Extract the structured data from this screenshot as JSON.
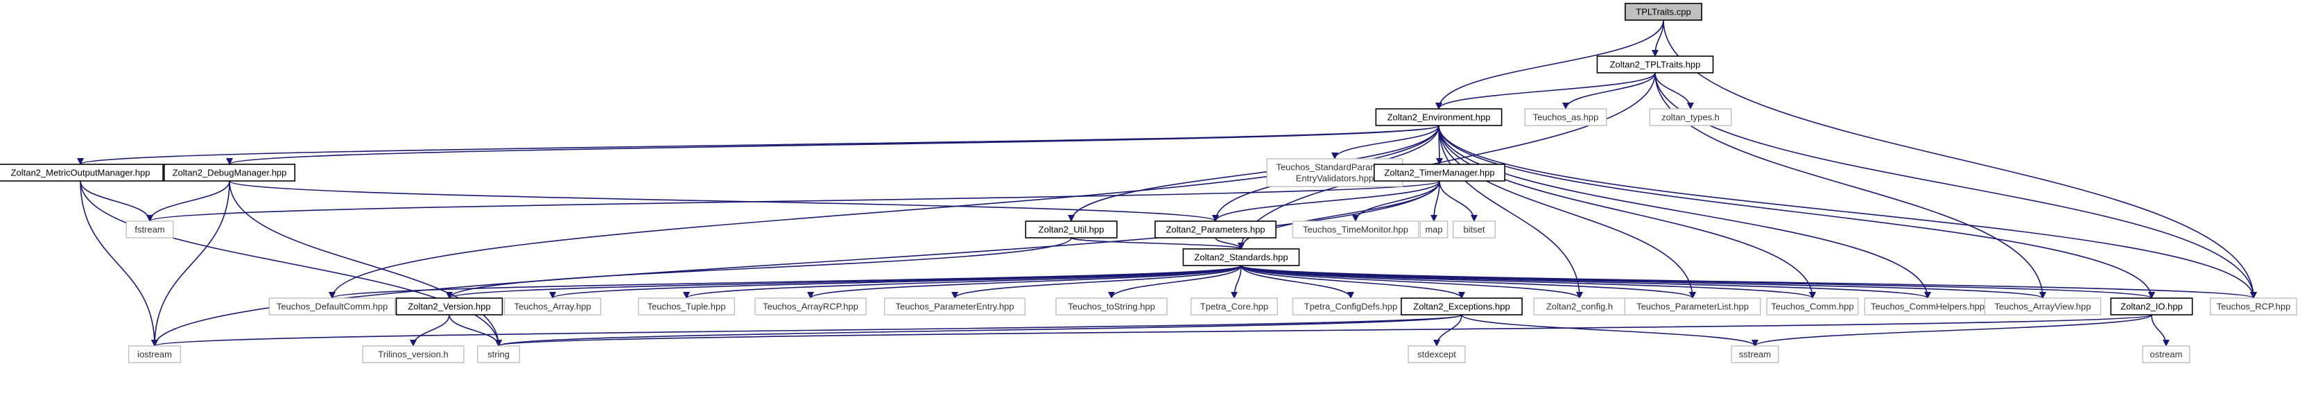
{
  "diagram": {
    "nodes": [
      {
        "id": "tpltraits_cpp",
        "label": "TPLTraits.cpp",
        "kind": "main"
      },
      {
        "id": "z2_tpltraits",
        "label": "Zoltan2_TPLTraits.hpp",
        "kind": "header"
      },
      {
        "id": "z2_env",
        "label": "Zoltan2_Environment.hpp",
        "kind": "header"
      },
      {
        "id": "teuchos_as",
        "label": "Teuchos_as.hpp",
        "kind": "ext"
      },
      {
        "id": "zoltan_types",
        "label": "zoltan_types.h",
        "kind": "ext"
      },
      {
        "id": "z2_metric",
        "label": "Zoltan2_MetricOutputManager.hpp",
        "kind": "header"
      },
      {
        "id": "z2_debug",
        "label": "Zoltan2_DebugManager.hpp",
        "kind": "header"
      },
      {
        "id": "teuchos_spev",
        "label": [
          "Teuchos_StandardParameter",
          "EntryValidators.hpp"
        ],
        "kind": "ext"
      },
      {
        "id": "z2_timer",
        "label": "Zoltan2_TimerManager.hpp",
        "kind": "header"
      },
      {
        "id": "fstream",
        "label": "fstream",
        "kind": "ext"
      },
      {
        "id": "z2_util",
        "label": "Zoltan2_Util.hpp",
        "kind": "header"
      },
      {
        "id": "z2_params",
        "label": "Zoltan2_Parameters.hpp",
        "kind": "header"
      },
      {
        "id": "teuchos_timemon",
        "label": "Teuchos_TimeMonitor.hpp",
        "kind": "ext"
      },
      {
        "id": "map",
        "label": "map",
        "kind": "ext"
      },
      {
        "id": "bitset",
        "label": "bitset",
        "kind": "ext"
      },
      {
        "id": "z2_standards",
        "label": "Zoltan2_Standards.hpp",
        "kind": "header"
      },
      {
        "id": "teuchos_defcomm",
        "label": "Teuchos_DefaultComm.hpp",
        "kind": "ext"
      },
      {
        "id": "z2_version",
        "label": "Zoltan2_Version.hpp",
        "kind": "header"
      },
      {
        "id": "teuchos_array",
        "label": "Teuchos_Array.hpp",
        "kind": "ext"
      },
      {
        "id": "teuchos_tuple",
        "label": "Teuchos_Tuple.hpp",
        "kind": "ext"
      },
      {
        "id": "teuchos_arrayrcp",
        "label": "Teuchos_ArrayRCP.hpp",
        "kind": "ext"
      },
      {
        "id": "teuchos_paramentry",
        "label": "Teuchos_ParameterEntry.hpp",
        "kind": "ext"
      },
      {
        "id": "teuchos_tostring",
        "label": "Teuchos_toString.hpp",
        "kind": "ext"
      },
      {
        "id": "tpetra_core",
        "label": "Tpetra_Core.hpp",
        "kind": "ext"
      },
      {
        "id": "tpetra_configdefs",
        "label": "Tpetra_ConfigDefs.hpp",
        "kind": "ext"
      },
      {
        "id": "z2_exceptions",
        "label": "Zoltan2_Exceptions.hpp",
        "kind": "header"
      },
      {
        "id": "z2_config",
        "label": "Zoltan2_config.h",
        "kind": "ext"
      },
      {
        "id": "teuchos_paramlist",
        "label": "Teuchos_ParameterList.hpp",
        "kind": "ext"
      },
      {
        "id": "teuchos_comm",
        "label": "Teuchos_Comm.hpp",
        "kind": "ext"
      },
      {
        "id": "teuchos_commhelpers",
        "label": "Teuchos_CommHelpers.hpp",
        "kind": "ext"
      },
      {
        "id": "teuchos_arrayview",
        "label": "Teuchos_ArrayView.hpp",
        "kind": "ext"
      },
      {
        "id": "z2_io",
        "label": "Zoltan2_IO.hpp",
        "kind": "header"
      },
      {
        "id": "teuchos_rcp",
        "label": "Teuchos_RCP.hpp",
        "kind": "ext"
      },
      {
        "id": "iostream",
        "label": "iostream",
        "kind": "ext"
      },
      {
        "id": "trilinos_version",
        "label": "Trilinos_version.h",
        "kind": "ext"
      },
      {
        "id": "string",
        "label": "string",
        "kind": "ext"
      },
      {
        "id": "stdexcept",
        "label": "stdexcept",
        "kind": "ext"
      },
      {
        "id": "sstream",
        "label": "sstream",
        "kind": "ext"
      },
      {
        "id": "ostream",
        "label": "ostream",
        "kind": "ext"
      }
    ],
    "edges": [
      [
        "tpltraits_cpp",
        "z2_tpltraits"
      ],
      [
        "tpltraits_cpp",
        "z2_env"
      ],
      [
        "tpltraits_cpp",
        "teuchos_rcp"
      ],
      [
        "z2_tpltraits",
        "z2_env"
      ],
      [
        "z2_tpltraits",
        "teuchos_as"
      ],
      [
        "z2_tpltraits",
        "zoltan_types"
      ],
      [
        "z2_tpltraits",
        "z2_standards"
      ],
      [
        "z2_tpltraits",
        "teuchos_arrayview"
      ],
      [
        "z2_tpltraits",
        "teuchos_rcp"
      ],
      [
        "z2_env",
        "z2_metric"
      ],
      [
        "z2_env",
        "z2_debug"
      ],
      [
        "z2_env",
        "teuchos_spev"
      ],
      [
        "z2_env",
        "z2_timer"
      ],
      [
        "z2_env",
        "z2_util"
      ],
      [
        "z2_env",
        "z2_params"
      ],
      [
        "z2_env",
        "teuchos_defcomm"
      ],
      [
        "z2_env",
        "z2_config"
      ],
      [
        "z2_env",
        "teuchos_paramlist"
      ],
      [
        "z2_env",
        "teuchos_comm"
      ],
      [
        "z2_env",
        "teuchos_commhelpers"
      ],
      [
        "z2_env",
        "z2_io"
      ],
      [
        "z2_env",
        "teuchos_rcp"
      ],
      [
        "z2_metric",
        "fstream"
      ],
      [
        "z2_metric",
        "iostream"
      ],
      [
        "z2_metric",
        "string"
      ],
      [
        "z2_debug",
        "fstream"
      ],
      [
        "z2_debug",
        "iostream"
      ],
      [
        "z2_debug",
        "string"
      ],
      [
        "z2_debug",
        "z2_params"
      ],
      [
        "z2_timer",
        "fstream"
      ],
      [
        "z2_timer",
        "z2_params"
      ],
      [
        "z2_timer",
        "teuchos_timemon"
      ],
      [
        "z2_timer",
        "map"
      ],
      [
        "z2_timer",
        "bitset"
      ],
      [
        "z2_timer",
        "z2_standards"
      ],
      [
        "z2_timer",
        "iostream"
      ],
      [
        "z2_util",
        "z2_standards"
      ],
      [
        "z2_util",
        "z2_version"
      ],
      [
        "z2_params",
        "z2_standards"
      ],
      [
        "z2_standards",
        "teuchos_defcomm"
      ],
      [
        "z2_standards",
        "z2_version"
      ],
      [
        "z2_standards",
        "teuchos_array"
      ],
      [
        "z2_standards",
        "teuchos_tuple"
      ],
      [
        "z2_standards",
        "teuchos_arrayrcp"
      ],
      [
        "z2_standards",
        "teuchos_paramentry"
      ],
      [
        "z2_standards",
        "teuchos_tostring"
      ],
      [
        "z2_standards",
        "tpetra_core"
      ],
      [
        "z2_standards",
        "tpetra_configdefs"
      ],
      [
        "z2_standards",
        "z2_exceptions"
      ],
      [
        "z2_standards",
        "z2_config"
      ],
      [
        "z2_standards",
        "teuchos_paramlist"
      ],
      [
        "z2_standards",
        "teuchos_comm"
      ],
      [
        "z2_standards",
        "teuchos_commhelpers"
      ],
      [
        "z2_standards",
        "teuchos_arrayview"
      ],
      [
        "z2_standards",
        "z2_io"
      ],
      [
        "z2_standards",
        "teuchos_rcp"
      ],
      [
        "z2_version",
        "trilinos_version"
      ],
      [
        "z2_version",
        "string"
      ],
      [
        "z2_exceptions",
        "iostream"
      ],
      [
        "z2_exceptions",
        "string"
      ],
      [
        "z2_exceptions",
        "stdexcept"
      ],
      [
        "z2_exceptions",
        "sstream"
      ],
      [
        "z2_io",
        "string"
      ],
      [
        "z2_io",
        "sstream"
      ],
      [
        "z2_io",
        "ostream"
      ]
    ]
  }
}
